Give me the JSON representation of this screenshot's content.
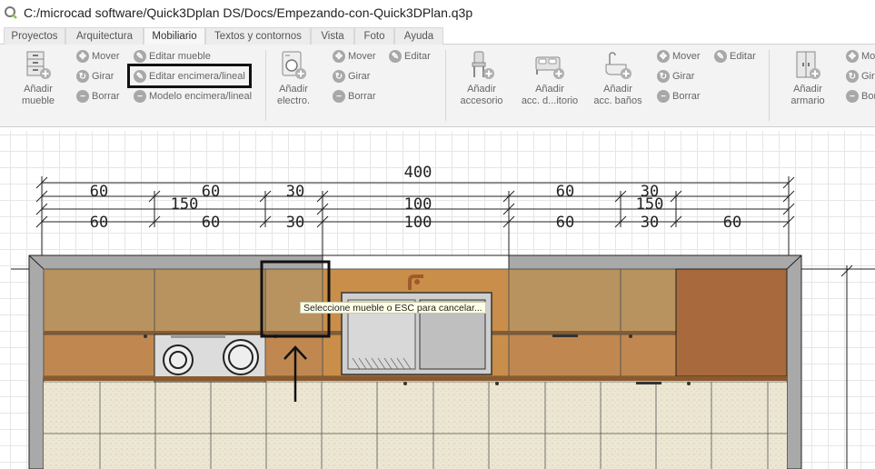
{
  "window": {
    "title": "C:/microcad software/Quick3Dplan DS/Docs/Empezando-con-Quick3DPlan.q3p"
  },
  "tabs": [
    {
      "label": "Proyectos"
    },
    {
      "label": "Arquitectura"
    },
    {
      "label": "Mobiliario"
    },
    {
      "label": "Textos y contornos"
    },
    {
      "label": "Vista"
    },
    {
      "label": "Foto"
    },
    {
      "label": "Ayuda"
    }
  ],
  "ribbon": {
    "mueble": {
      "add_line1": "Añadir",
      "add_line2": "mueble",
      "move": "Mover",
      "rotate": "Girar",
      "delete": "Borrar",
      "edit_furniture": "Editar mueble",
      "edit_countertop": "Editar encimera/lineal",
      "countertop_model": "Modelo encimera/lineal"
    },
    "electro": {
      "add_line1": "Añadir",
      "add_line2": "electro.",
      "move": "Mover",
      "edit": "Editar",
      "rotate": "Girar",
      "delete": "Borrar"
    },
    "accesorios": {
      "acc_line1": "Añadir",
      "acc_line2": "accesorio",
      "dorm_line1": "Añadir",
      "dorm_line2": "acc. d...itorio",
      "bath_line1": "Añadir",
      "bath_line2": "acc. baños",
      "move": "Mover",
      "edit": "Editar",
      "rotate": "Girar",
      "delete": "Borrar"
    },
    "armario": {
      "add_line1": "Añadir",
      "add_line2": "armario",
      "move": "Mo",
      "rotate": "Gira",
      "delete": "Bor"
    }
  },
  "drawing": {
    "total": "400",
    "row1": [
      "60",
      "60",
      "30",
      "100",
      "60",
      "30"
    ],
    "row2": [
      "150",
      "150"
    ],
    "row3": [
      "60",
      "60",
      "30",
      "100",
      "60",
      "30",
      "60"
    ],
    "tooltip": "Seleccione mueble o ESC para cancelar..."
  },
  "colors": {
    "cabinet": "#c08850",
    "cabinet_light": "#b8935f",
    "fridge": "#a86a3c",
    "countertop": "#c98e4a",
    "floor": "#ece6d2",
    "wall": "#a9a9a9",
    "hob": "#dcdcdc"
  }
}
